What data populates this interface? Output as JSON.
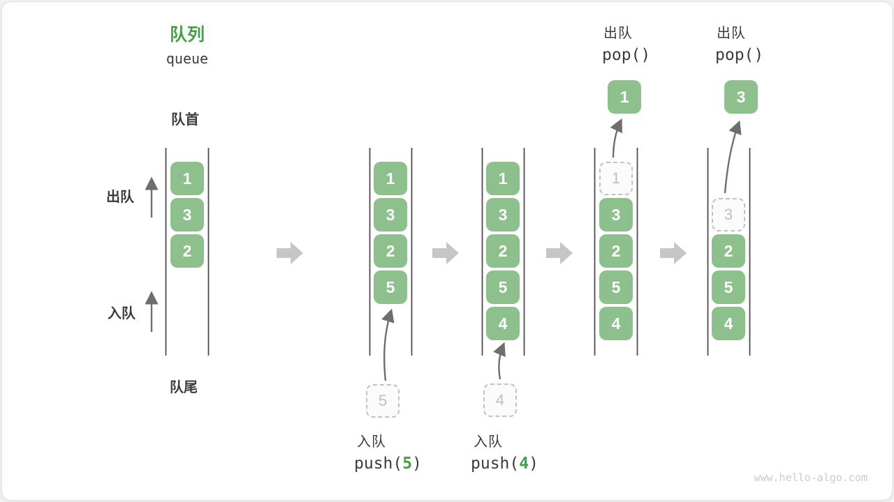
{
  "title": {
    "zh": "队列",
    "en": "queue"
  },
  "labels": {
    "front": "队首",
    "rear": "队尾",
    "dequeue": "出队",
    "enqueue": "入队"
  },
  "watermark": "www.hello-algo.com",
  "colors": {
    "accent_green": "#43A047",
    "box_green": "#8DC08D",
    "box_text": "#FFFFFF",
    "dashed_border": "#C2C2C2",
    "dashed_text": "#BFBFBF",
    "dark_text": "#3C3C3C",
    "container_line": "#4D4D4D",
    "thin_arrow": "#6E6E6E",
    "block_arrow": "#C6C6C6",
    "watermark": "#CBCBCB"
  },
  "states": [
    {
      "cells": [
        {
          "value": "1",
          "slot": 0,
          "variant": "filled"
        },
        {
          "value": "3",
          "slot": 1,
          "variant": "filled"
        },
        {
          "value": "2",
          "slot": 2,
          "variant": "filled"
        }
      ]
    },
    {
      "cells": [
        {
          "value": "1",
          "slot": 0,
          "variant": "filled"
        },
        {
          "value": "3",
          "slot": 1,
          "variant": "filled"
        },
        {
          "value": "2",
          "slot": 2,
          "variant": "filled"
        },
        {
          "value": "5",
          "slot": 3,
          "variant": "filled"
        }
      ],
      "staging": {
        "value": "5"
      },
      "op": {
        "label": "入队",
        "code_prefix": "push(",
        "code_arg": "5",
        "code_suffix": ")"
      }
    },
    {
      "cells": [
        {
          "value": "1",
          "slot": 0,
          "variant": "filled"
        },
        {
          "value": "3",
          "slot": 1,
          "variant": "filled"
        },
        {
          "value": "2",
          "slot": 2,
          "variant": "filled"
        },
        {
          "value": "5",
          "slot": 3,
          "variant": "filled"
        },
        {
          "value": "4",
          "slot": 4,
          "variant": "filled"
        }
      ],
      "staging": {
        "value": "4"
      },
      "op": {
        "label": "入队",
        "code_prefix": "push(",
        "code_arg": "4",
        "code_suffix": ")"
      }
    },
    {
      "cells": [
        {
          "value": "1",
          "slot": 0,
          "variant": "removed"
        },
        {
          "value": "3",
          "slot": 1,
          "variant": "filled"
        },
        {
          "value": "2",
          "slot": 2,
          "variant": "filled"
        },
        {
          "value": "5",
          "slot": 3,
          "variant": "filled"
        },
        {
          "value": "4",
          "slot": 4,
          "variant": "filled"
        }
      ],
      "popped": {
        "value": "1"
      },
      "op": {
        "label": "出队",
        "code": "pop()"
      }
    },
    {
      "cells": [
        {
          "value": "3",
          "slot": 1,
          "variant": "removed"
        },
        {
          "value": "2",
          "slot": 2,
          "variant": "filled"
        },
        {
          "value": "5",
          "slot": 3,
          "variant": "filled"
        },
        {
          "value": "4",
          "slot": 4,
          "variant": "filled"
        }
      ],
      "popped": {
        "value": "3"
      },
      "op": {
        "label": "出队",
        "code": "pop()"
      }
    }
  ]
}
